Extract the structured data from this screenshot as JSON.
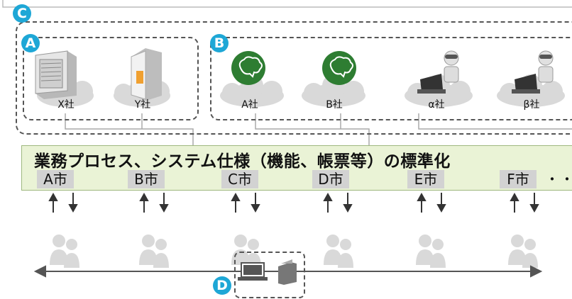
{
  "badges": {
    "a": "A",
    "b": "B",
    "c": "C",
    "d": "D"
  },
  "group_a": {
    "clouds": [
      {
        "label": "X社",
        "icon": "server-tower-icon"
      },
      {
        "label": "Y社",
        "icon": "server-tower-icon"
      }
    ]
  },
  "group_b": {
    "clouds": [
      {
        "label": "A社",
        "icon": "ai-brain-icon"
      },
      {
        "label": "B社",
        "icon": "ai-brain-icon"
      },
      {
        "label": "α社",
        "icon": "robot-laptop-icon"
      },
      {
        "label": "β社",
        "icon": "robot-laptop-icon"
      }
    ]
  },
  "standardization": {
    "title": "業務プロセス、システム仕様（機能、帳票等）の標準化",
    "cities": [
      "A市",
      "B市",
      "C市",
      "D市",
      "E市",
      "F市"
    ],
    "more": "・・・"
  },
  "colors": {
    "badge": "#1ea7d6",
    "band": "#eaf3d6",
    "brain": "#2e7d32",
    "city_box": "#d2d2d2",
    "people": "#d9d9d9"
  },
  "bottom": {
    "icons": [
      "laptop-icon",
      "document-icon"
    ]
  }
}
